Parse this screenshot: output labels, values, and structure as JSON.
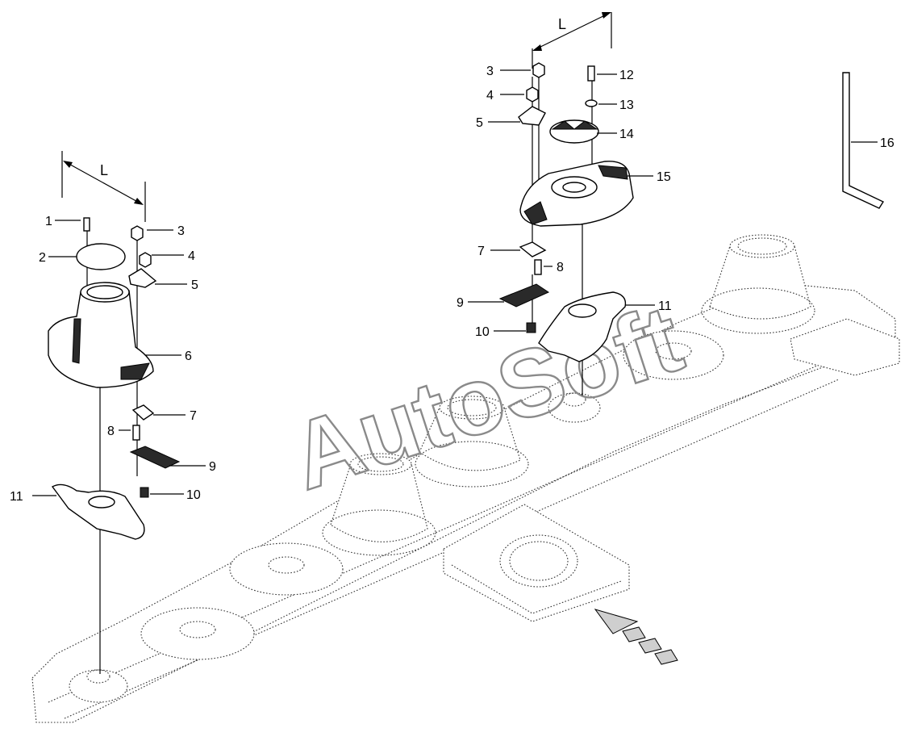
{
  "watermark": "AutoSoft",
  "dimension_label": "L",
  "callouts": {
    "left": [
      "1",
      "2",
      "3",
      "4",
      "5",
      "6",
      "7",
      "8",
      "9",
      "10",
      "11"
    ],
    "right": [
      "3",
      "4",
      "5",
      "7",
      "8",
      "9",
      "10",
      "11",
      "12",
      "13",
      "14",
      "15",
      "16"
    ]
  }
}
